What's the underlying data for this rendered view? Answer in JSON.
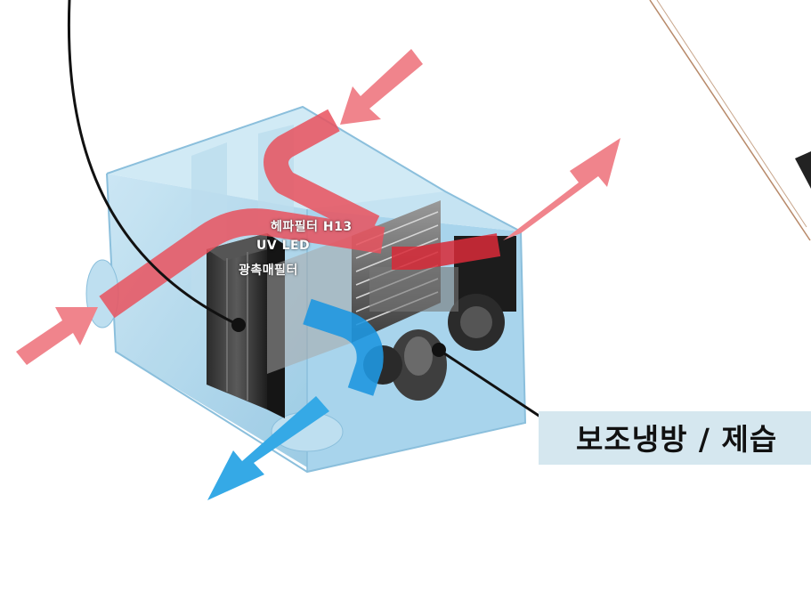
{
  "labels": {
    "filter_line1": "헤파필터 H13",
    "filter_line2": "UV LED",
    "filter_line3": "광촉매필터"
  },
  "callout": {
    "text": "보조냉방 / 제습"
  },
  "colors": {
    "warm_arrow": "#f0848c",
    "cool_arrow": "#35a9e6",
    "housing": "#a9d4ea",
    "callout_bg": "#d5e7ef",
    "leader_line": "#111111"
  }
}
